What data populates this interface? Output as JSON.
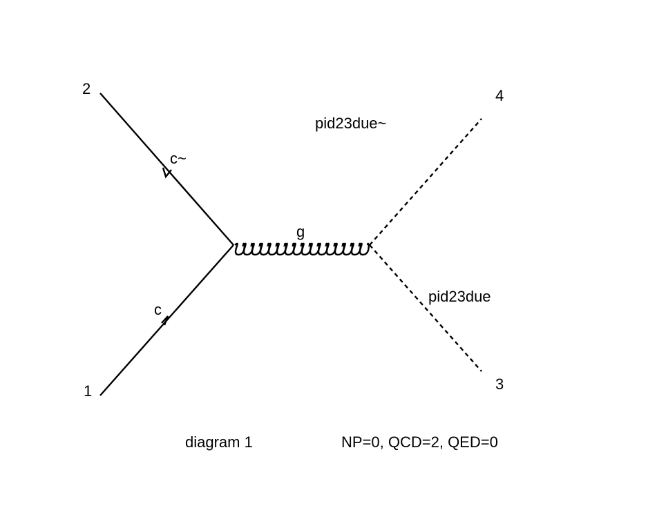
{
  "colors": {
    "background": "#ffffff",
    "ink": "#000000"
  },
  "diagram": {
    "external_labels": {
      "p1": "1",
      "p2": "2",
      "p3": "3",
      "p4": "4"
    },
    "particles": {
      "incoming_quark": "c",
      "incoming_antiquark": "c~",
      "propagator": "g",
      "outgoing_upper": "pid23due~",
      "outgoing_lower": "pid23due"
    },
    "caption": {
      "name": "diagram 1",
      "orders": "NP=0, QCD=2, QED=0"
    }
  }
}
